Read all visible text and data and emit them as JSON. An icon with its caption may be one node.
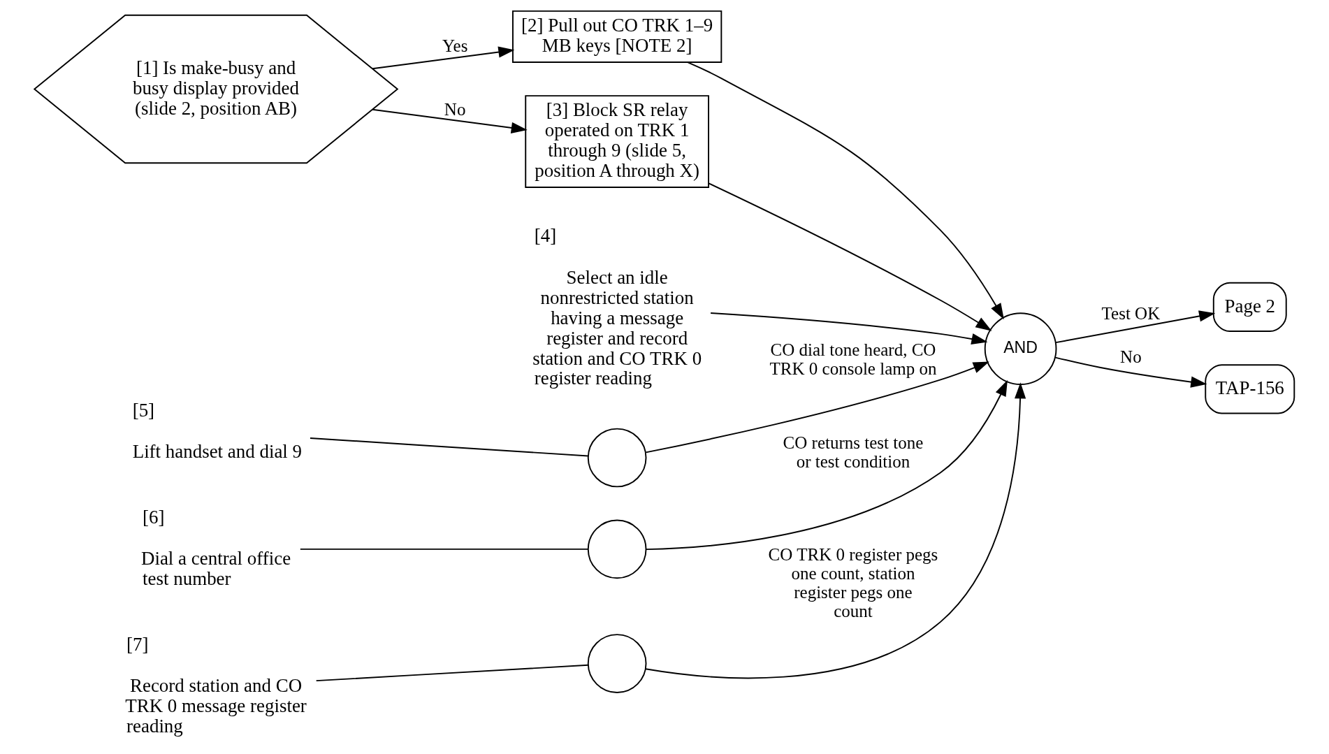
{
  "diagram": {
    "nodes": [
      {
        "text": [
          "[1] Is make-busy and busy display provided (slide 2, position AB)"
        ]
      },
      {
        "text": [
          "[2] Pull out CO TRK 1–9 MB keys [NOTE 2]"
        ]
      },
      {
        "text": [
          "[3] Block SR relay operated on TRK 1 through 9 (slide 5, position A through X)"
        ]
      },
      {
        "text": [
          "[4]",
          "Select an idle nonrestricted station having a message register and record station and CO TRK 0 register reading"
        ]
      },
      {
        "text": [
          "[5]",
          "Lift handset and dial 9"
        ]
      },
      {
        "text": [],
        "shape": "circle"
      },
      {
        "text": [
          "[6]",
          "Dial a central office test number"
        ]
      },
      {
        "text": [],
        "shape": "circle"
      },
      {
        "text": [
          "[7]",
          "Record station and CO TRK 0 message register reading"
        ]
      },
      {
        "text": [],
        "shape": "circle"
      },
      {
        "text": [
          "AND"
        ]
      },
      {
        "text": [
          "Page 2"
        ]
      },
      {
        "text": [
          "TAP-156"
        ]
      }
    ],
    "edges": [
      {
        "from": 0,
        "to": 1,
        "arrow": "to",
        "label": "Yes"
      },
      {
        "from": 0,
        "to": 2,
        "arrow": "to",
        "label": "No"
      },
      {
        "from": 1,
        "to": 10,
        "arrow": "to"
      },
      {
        "from": 2,
        "to": 10,
        "arrow": "to"
      },
      {
        "from": 3,
        "to": 10,
        "arrow": "to"
      },
      {
        "from": 4,
        "to": 5,
        "arrow": "none"
      },
      {
        "from": 5,
        "to": 10,
        "arrow": "to",
        "label": "CO dial tone heard, CO TRK 0 console lamp on"
      },
      {
        "from": 6,
        "to": 7,
        "arrow": "none"
      },
      {
        "from": 7,
        "to": 10,
        "arrow": "to",
        "label": "CO returns test tone or test condition"
      },
      {
        "from": 8,
        "to": 9,
        "arrow": "none"
      },
      {
        "from": 9,
        "to": 10,
        "arrow": "to",
        "label": "CO TRK 0 register pegs one count, station register pegs one count"
      },
      {
        "from": 10,
        "to": 11,
        "arrow": "to",
        "label": "Test OK"
      },
      {
        "from": 10,
        "to": 12,
        "arrow": "to",
        "label": "No"
      }
    ]
  }
}
